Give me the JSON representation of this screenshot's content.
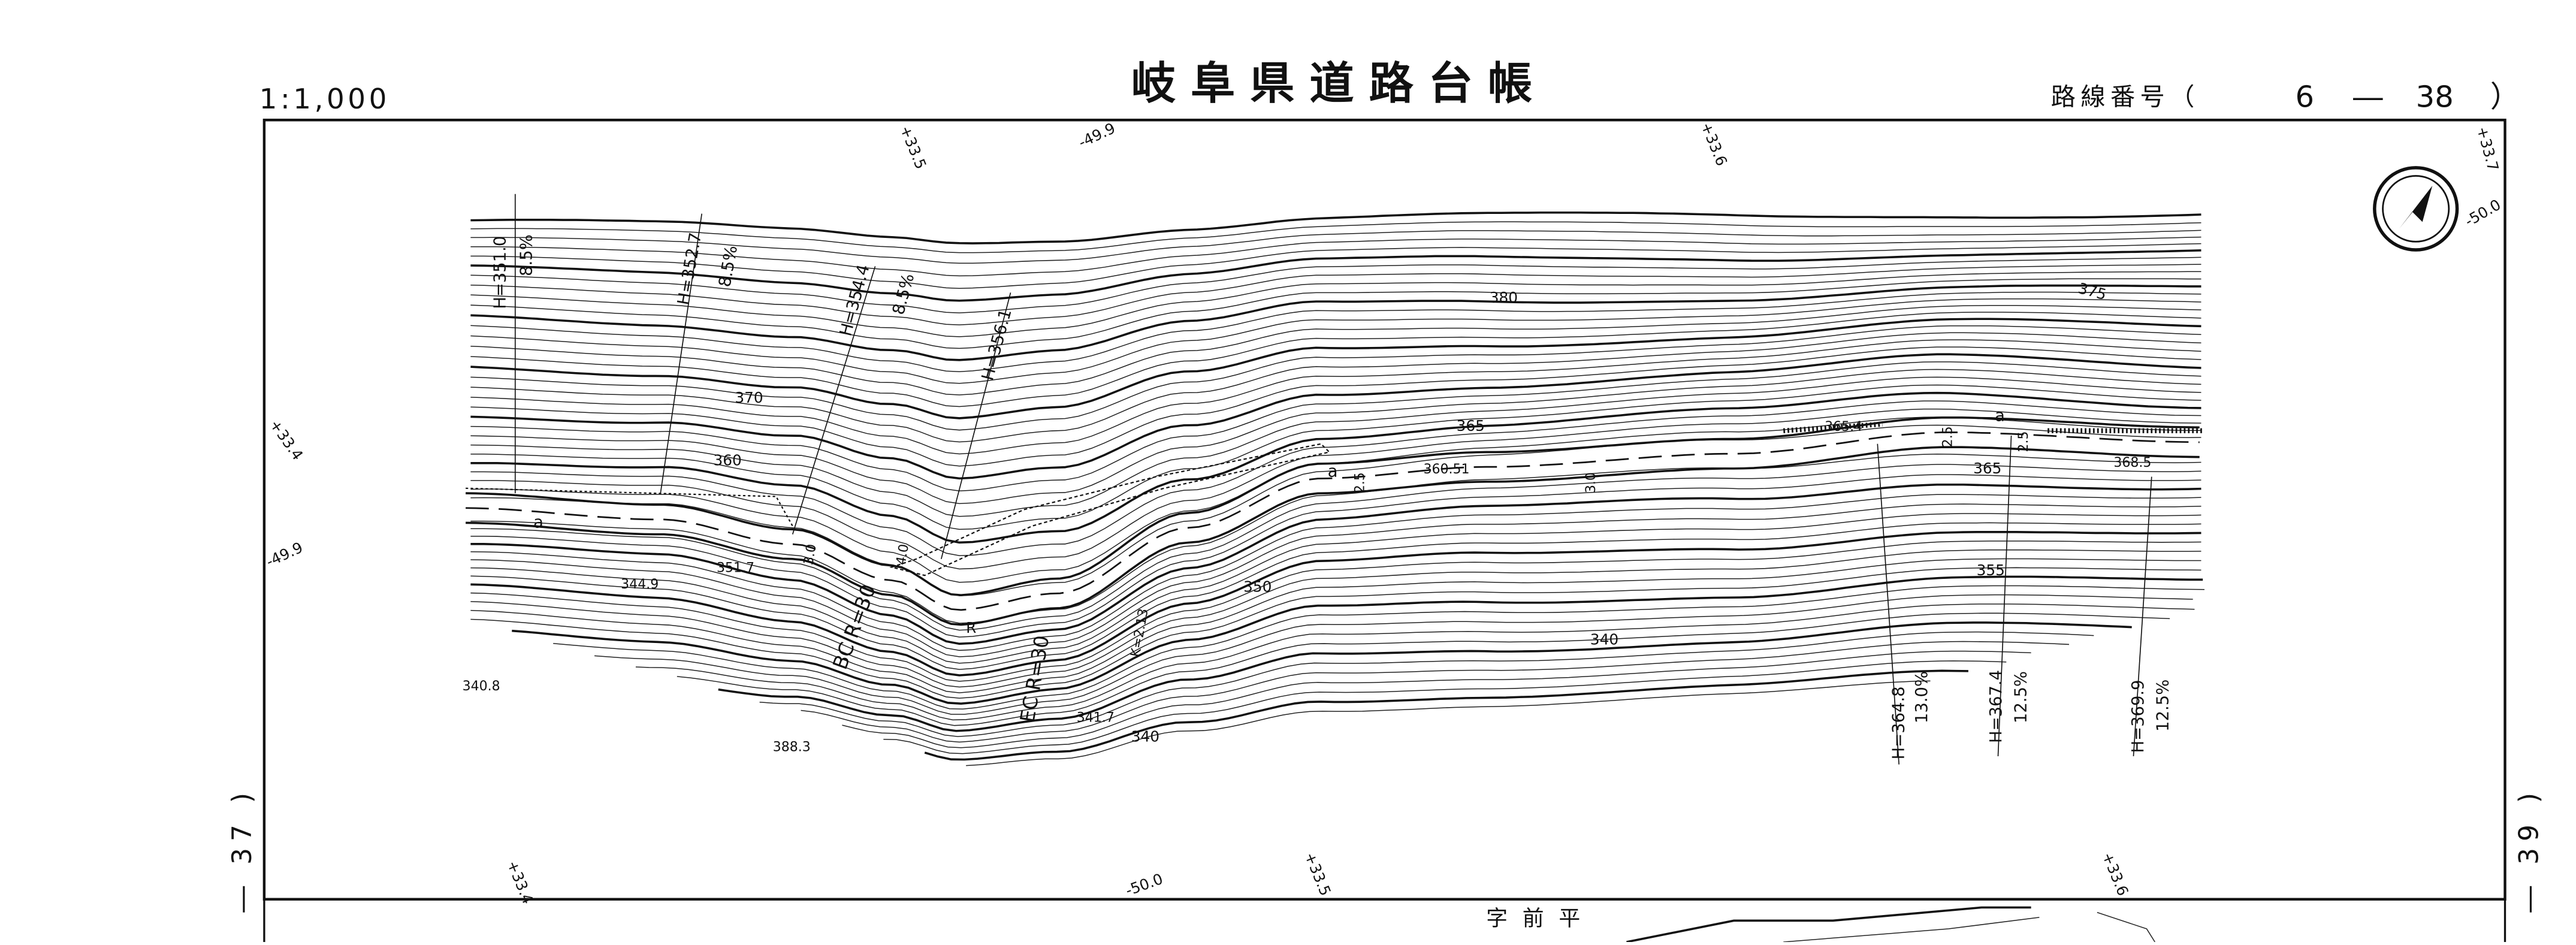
{
  "header": {
    "scale": "1:1,000",
    "title": "岐阜県道路台帳",
    "route_label": "路線番号（",
    "route_major": "6",
    "route_dash": "―",
    "route_minor": "38",
    "route_close": "）"
  },
  "adjacent_sheets": {
    "left": "― 37 )",
    "right": "― 39 )"
  },
  "place_name": "字前平",
  "grid_ticks": [
    "+33.5",
    "-49.9",
    "+33.6",
    "+33.7",
    "-50.0",
    "+33.4",
    "-49.9",
    "+33.4",
    "-50.0",
    "+33.5",
    "+33.6"
  ],
  "height_markers": [
    {
      "h": "H=351.0",
      "grade": "8.5%"
    },
    {
      "h": "H=352.7",
      "grade": "8.5%"
    },
    {
      "h": "H=354.4",
      "grade": "8.5%"
    },
    {
      "h": "H=356.1",
      "grade": ""
    },
    {
      "h": "H=364.8",
      "grade": "13.0%"
    },
    {
      "h": "H=367.4",
      "grade": "12.5%"
    },
    {
      "h": "H=369.9",
      "grade": "12.5%"
    }
  ],
  "contour_labels": [
    "380",
    "375",
    "370",
    "365",
    "360",
    "365",
    "355",
    "350",
    "340",
    "340"
  ],
  "spot_heights": [
    "365.4",
    "360.51",
    "368.5",
    "351.7",
    "344.9",
    "340.8",
    "341.7",
    "388.3"
  ],
  "road_annotations": {
    "bc": "BC R=30",
    "ec": "EC R=30",
    "width_a": "3.0",
    "width_b": "4.0",
    "width_c": "2.5",
    "width_d": "3.0",
    "width_e": "2.5",
    "width_f": "2.5",
    "k": "K=2.13",
    "r": "R",
    "a1": "a",
    "a2": "a",
    "a3": "a"
  },
  "north_arrow": "compass-north-icon"
}
